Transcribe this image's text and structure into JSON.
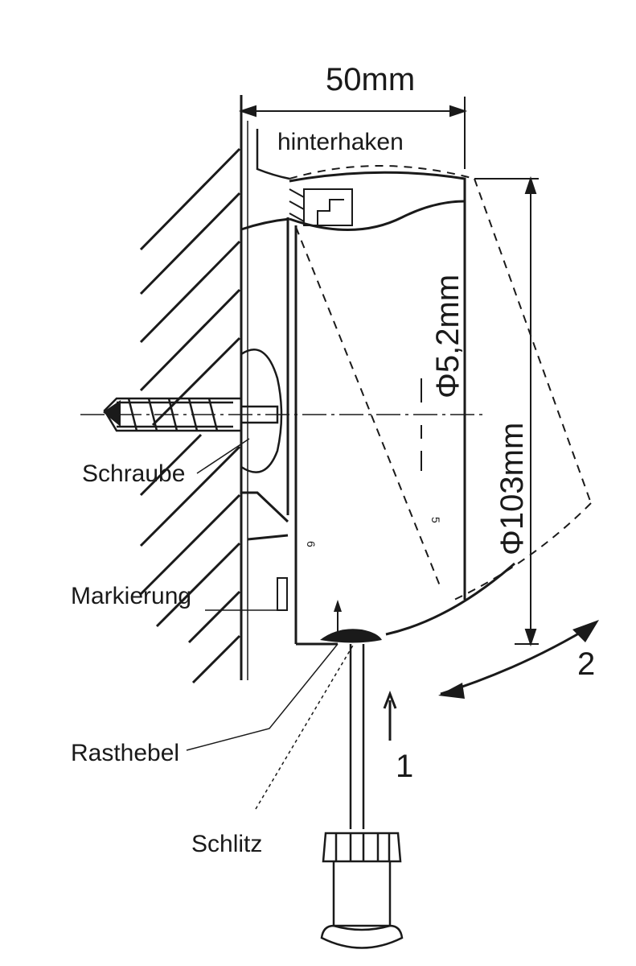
{
  "labels": {
    "width_dimension": "50mm",
    "top_label": "hinterhaken",
    "inner_diameter": "Φ5,2mm",
    "outer_diameter": "Φ103mm",
    "screw": "Schraube",
    "marking": "Markierung",
    "latch_lever": "Rasthebel",
    "slot": "Schlitz",
    "step_1": "1",
    "step_2": "2",
    "mark_5": "5",
    "mark_6": "6"
  },
  "colors": {
    "ink": "#1a1a1a",
    "background": "#ffffff"
  }
}
